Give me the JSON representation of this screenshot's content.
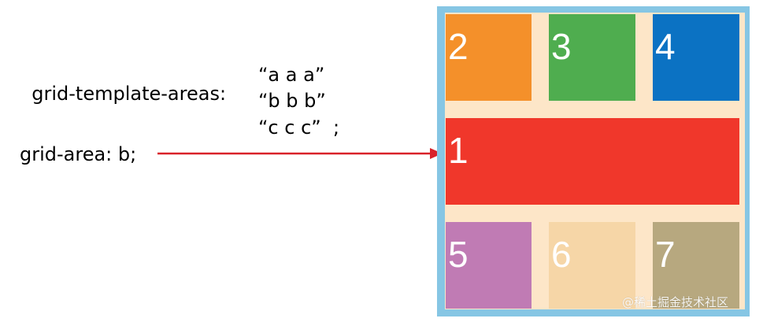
{
  "code": {
    "line1_prop": "grid-template-areas:",
    "line1_val": "“a a a”",
    "line2": "“b b b”",
    "line3": "“c c c”  ;",
    "line4": "grid-area: b;"
  },
  "grid": {
    "cells": [
      {
        "label": "2",
        "color": "#f4902a"
      },
      {
        "label": "3",
        "color": "#4fad4f"
      },
      {
        "label": "4",
        "color": "#0b72c3"
      },
      {
        "label": "1",
        "color": "#f0372b"
      },
      {
        "label": "5",
        "color": "#c07bb4"
      },
      {
        "label": "6",
        "color": "#f6d6a7"
      },
      {
        "label": "7",
        "color": "#b7a87f"
      }
    ],
    "frame_color": "#86c6e4",
    "gap_color": "#fde6c8"
  },
  "arrow": {
    "color": "#d9222a"
  },
  "watermark": "@稀土掘金技术社区"
}
